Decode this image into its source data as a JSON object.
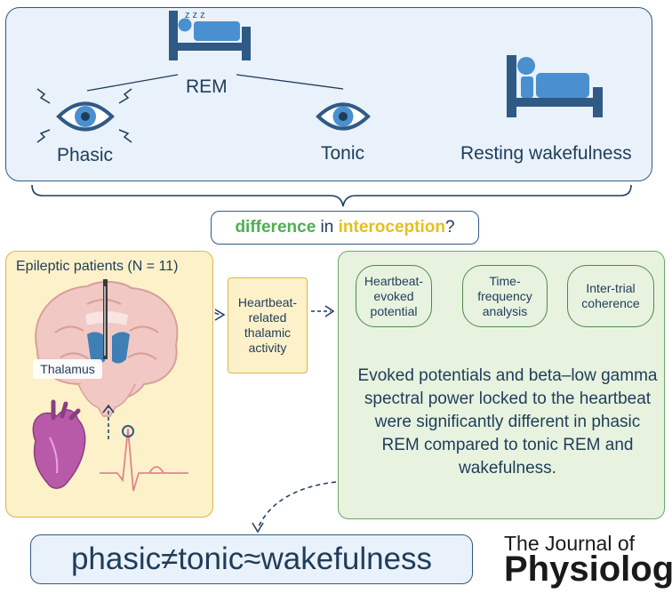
{
  "top_panel": {
    "rem_label": "REM",
    "sleep_z": "z z z",
    "phasic_label": "Phasic",
    "tonic_label": "Tonic",
    "resting_label": "Resting wakefulness"
  },
  "question": {
    "word_difference": "difference",
    "word_in": " in ",
    "word_interoception": "interoception",
    "question_mark": "?"
  },
  "left_panel": {
    "title": "Epileptic patients (N = 11)",
    "thalamus_label": "Thalamus"
  },
  "middle_box": {
    "text": "Heartbeat-related thalamic activity"
  },
  "right_panel": {
    "analyses": [
      {
        "label": "Heartbeat-evoked potential"
      },
      {
        "label": "Time-frequency analysis"
      },
      {
        "label": "Inter-trial coherence"
      }
    ],
    "summary": "Evoked potentials and beta–low gamma spectral power locked to the heartbeat were significantly different in phasic REM compared to tonic REM and wakefulness."
  },
  "conclusion": {
    "text": "phasic≠tonic≈wakefulness"
  },
  "journal": {
    "line1": "The Journal of",
    "line2": "Physiology"
  },
  "colors": {
    "navy": "#2f5a86",
    "bed_blue": "#4a90d0",
    "green": "#4caf50",
    "yellow": "#e4c020",
    "yellow_panel": "#fdf1c9",
    "green_panel": "#e7f3df",
    "heart_pink": "#b95aa8"
  },
  "icons": [
    "bed-icon",
    "eye-icon",
    "brain-icon",
    "heart-icon",
    "ecg-icon"
  ]
}
